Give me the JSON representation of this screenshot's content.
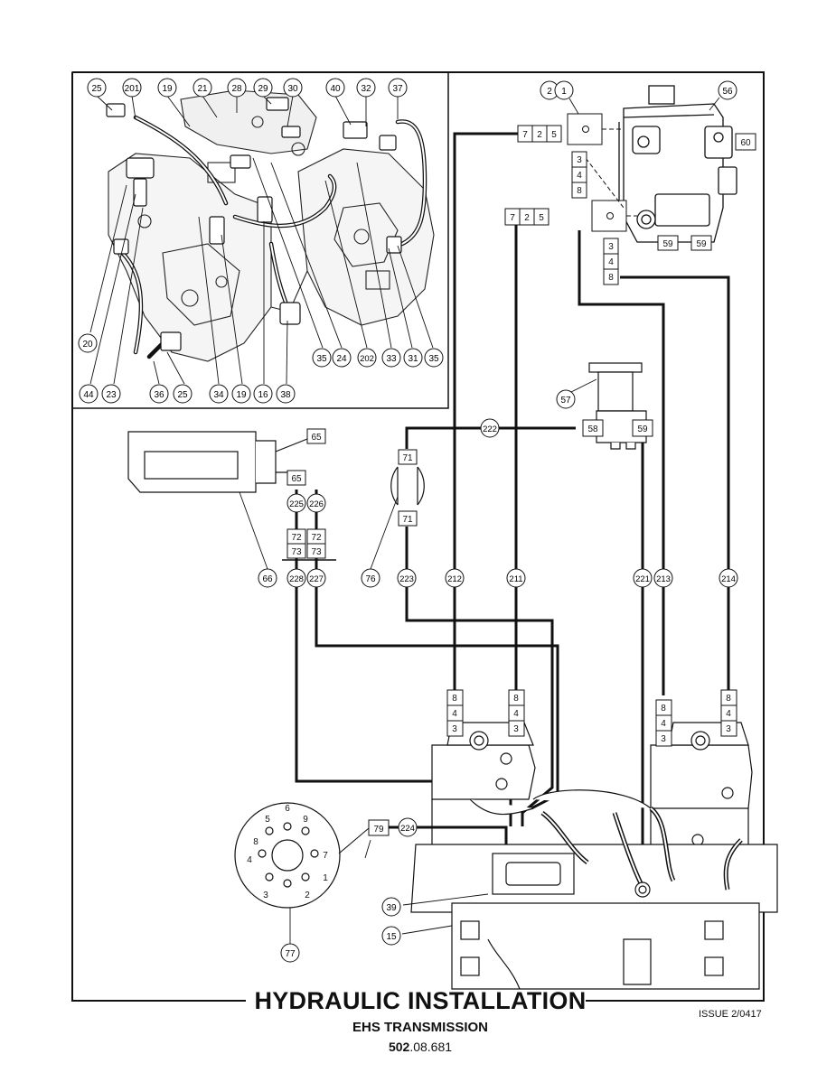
{
  "title": {
    "main": "HYDRAULIC INSTALLATION",
    "subtitle": "EHS TRANSMISSION",
    "ref_bold": "502",
    "ref_rest": ".08.681",
    "issue": "ISSUE 2/0417"
  },
  "inset_callouts": [
    "25",
    "201",
    "19",
    "21",
    "28",
    "29",
    "30",
    "40",
    "32",
    "37",
    "20",
    "44",
    "23",
    "36",
    "25",
    "34",
    "19",
    "16",
    "38",
    "35",
    "24",
    "202",
    "33",
    "31",
    "35"
  ],
  "main_callouts": [
    "2",
    "1",
    "56",
    "57",
    "222",
    "66",
    "76",
    "223",
    "212",
    "211",
    "221",
    "213",
    "214",
    "225",
    "226",
    "228",
    "227",
    "224",
    "39",
    "15",
    "77"
  ],
  "boxes": {
    "top_left_row": [
      "7",
      "2",
      "5"
    ],
    "mid_row": [
      "7",
      "2",
      "5"
    ],
    "col_a": [
      "3",
      "4",
      "8"
    ],
    "col_b": [
      "3",
      "4",
      "8"
    ],
    "pump_60": "60",
    "pump_59a": "59",
    "pump_59b": "59",
    "valve_58": "58",
    "valve_59": "59",
    "c65a": "65",
    "c65b": "65",
    "c71a": "71",
    "c71b": "71",
    "c72a": "72",
    "c72b": "72",
    "c73a": "73",
    "c73b": "73",
    "c79": "79",
    "stack": [
      "8",
      "4",
      "3"
    ]
  },
  "connector_pins": [
    "9",
    "8",
    "7",
    "6",
    "5",
    "4",
    "3",
    "2",
    "1"
  ]
}
